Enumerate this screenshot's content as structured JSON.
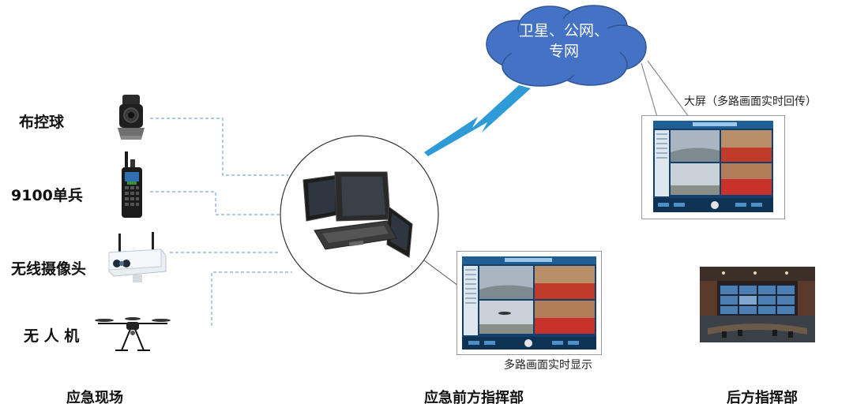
{
  "devices": [
    {
      "label": "布控球",
      "icon": "ptz-dome-camera-icon"
    },
    {
      "label": "9100单兵",
      "icon": "handheld-radio-icon"
    },
    {
      "label": "无线摄像头",
      "icon": "wireless-bullet-camera-icon"
    },
    {
      "label": "无 人 机",
      "icon": "drone-icon"
    }
  ],
  "cloud": {
    "line1": "卫星、公网、",
    "line2": "专网",
    "color": "#4472c4"
  },
  "big_screen_caption": "大屏（多路画面实时回传）",
  "multi_view_caption": "多路画面实时显示",
  "sections": {
    "site": "应急现场",
    "front": "应急前方指挥部",
    "rear": "后方指挥部"
  },
  "colors": {
    "link": "#2e9bd6",
    "dashed": "#7fa8d9",
    "frame": "#9a9a9a"
  }
}
